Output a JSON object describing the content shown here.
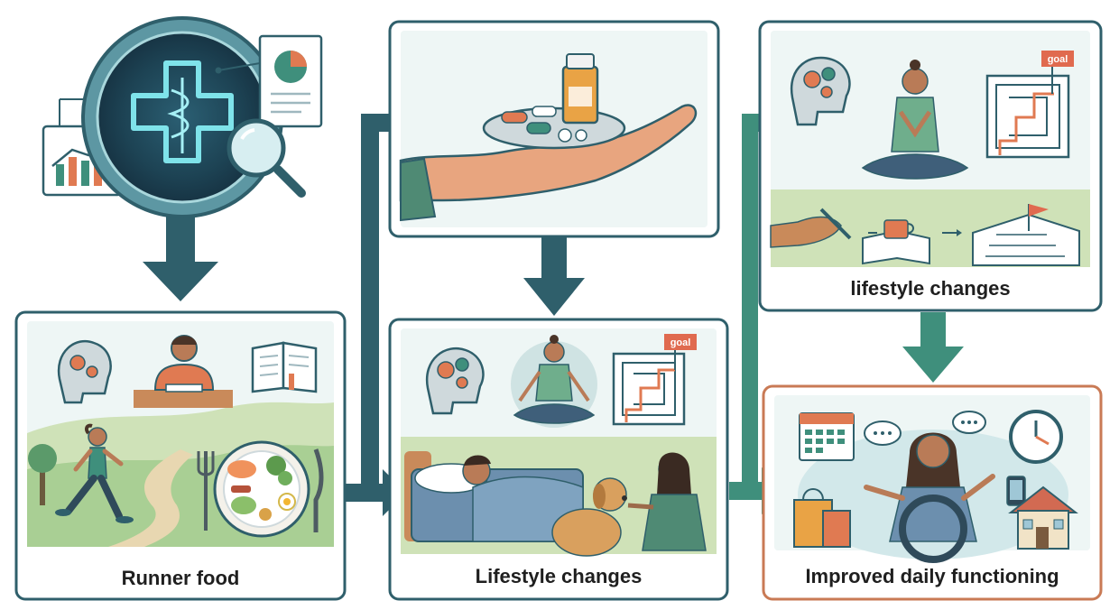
{
  "panels": {
    "runner_food": {
      "label": "Runner food"
    },
    "lifestyle_middle": {
      "label": "Lifestyle changes",
      "goal_flag": "goal"
    },
    "lifestyle_top_right": {
      "label": "lifestyle changes",
      "goal_flag": "goal"
    },
    "improved": {
      "label": "Improved daily functioning"
    }
  },
  "colors": {
    "panel_border": "#2f5f6b",
    "panel_border_final": "#c97a55",
    "arrow_blue": "#2f5f6b",
    "arrow_green": "#3f8f7c",
    "panel_bg": "#e8f3f3",
    "grass": "#c9dfb4",
    "accent_orange": "#e07a52",
    "goal_flag": "#e06a4f"
  }
}
